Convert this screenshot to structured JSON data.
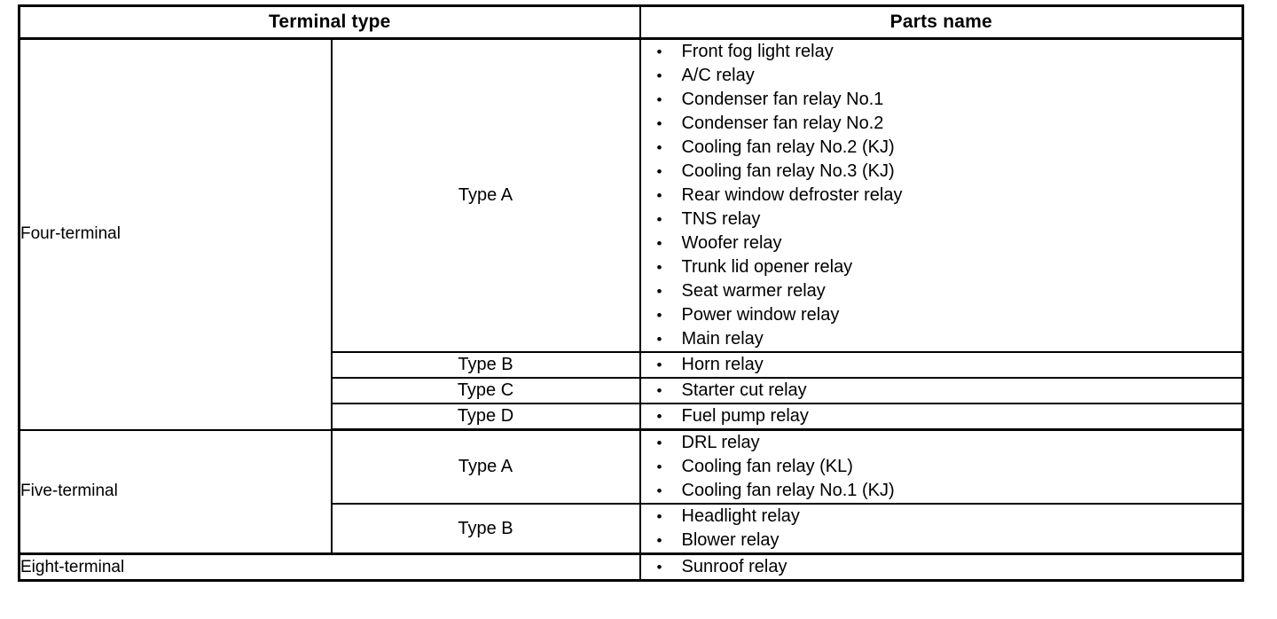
{
  "table": {
    "headers": {
      "terminal_type": "Terminal type",
      "parts_name": "Parts name"
    },
    "bullet_glyph": "•",
    "groups": [
      {
        "name": "Four-terminal",
        "rows": [
          {
            "type": "Type A",
            "parts": [
              "Front fog light relay",
              "A/C relay",
              "Condenser fan relay No.1",
              "Condenser fan relay No.2",
              "Cooling fan relay No.2 (KJ)",
              "Cooling fan relay No.3 (KJ)",
              "Rear window defroster relay",
              "TNS relay",
              "Woofer relay",
              "Trunk lid opener relay",
              "Seat warmer relay",
              "Power window relay",
              "Main relay"
            ]
          },
          {
            "type": "Type B",
            "parts": [
              "Horn relay"
            ]
          },
          {
            "type": "Type C",
            "parts": [
              "Starter cut relay"
            ]
          },
          {
            "type": "Type D",
            "parts": [
              "Fuel pump relay"
            ]
          }
        ]
      },
      {
        "name": "Five-terminal",
        "rows": [
          {
            "type": "Type A",
            "parts": [
              "DRL relay",
              "Cooling fan relay (KL)",
              "Cooling fan relay No.1 (KJ)"
            ]
          },
          {
            "type": "Type B",
            "parts": [
              "Headlight relay",
              "Blower relay"
            ]
          }
        ]
      },
      {
        "name": "Eight-terminal",
        "rows": [
          {
            "type": "",
            "parts": [
              "Sunroof relay"
            ]
          }
        ]
      }
    ]
  },
  "colors": {
    "border": "#000000",
    "text": "#000000",
    "background": "#ffffff"
  }
}
